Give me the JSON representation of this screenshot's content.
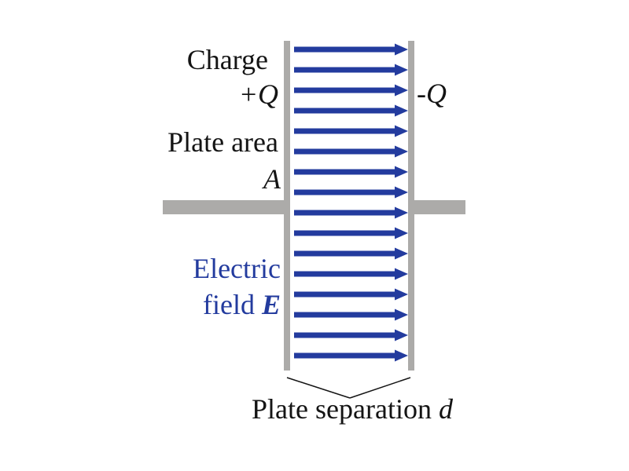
{
  "diagram": {
    "title_implicit": "Parallel plate capacitor",
    "labels": {
      "charge": "Charge",
      "plus_q": "+Q",
      "minus_q": "-Q",
      "plate_area": "Plate area",
      "area_symbol": "A",
      "electric_line1": "Electric",
      "electric_line2": "field ",
      "field_symbol": "E",
      "plate_separation": "Plate separation ",
      "separation_symbol": "d"
    },
    "colors": {
      "field_arrow_blue": "#233B9E",
      "plate_gray": "#ACABA9",
      "text_black": "#141414",
      "background": "#FFFFFF"
    },
    "field_line_count": 16,
    "icons": {
      "field_arrow": "right-arrow-icon",
      "separation_pointer": "v-pointer-lines"
    }
  }
}
